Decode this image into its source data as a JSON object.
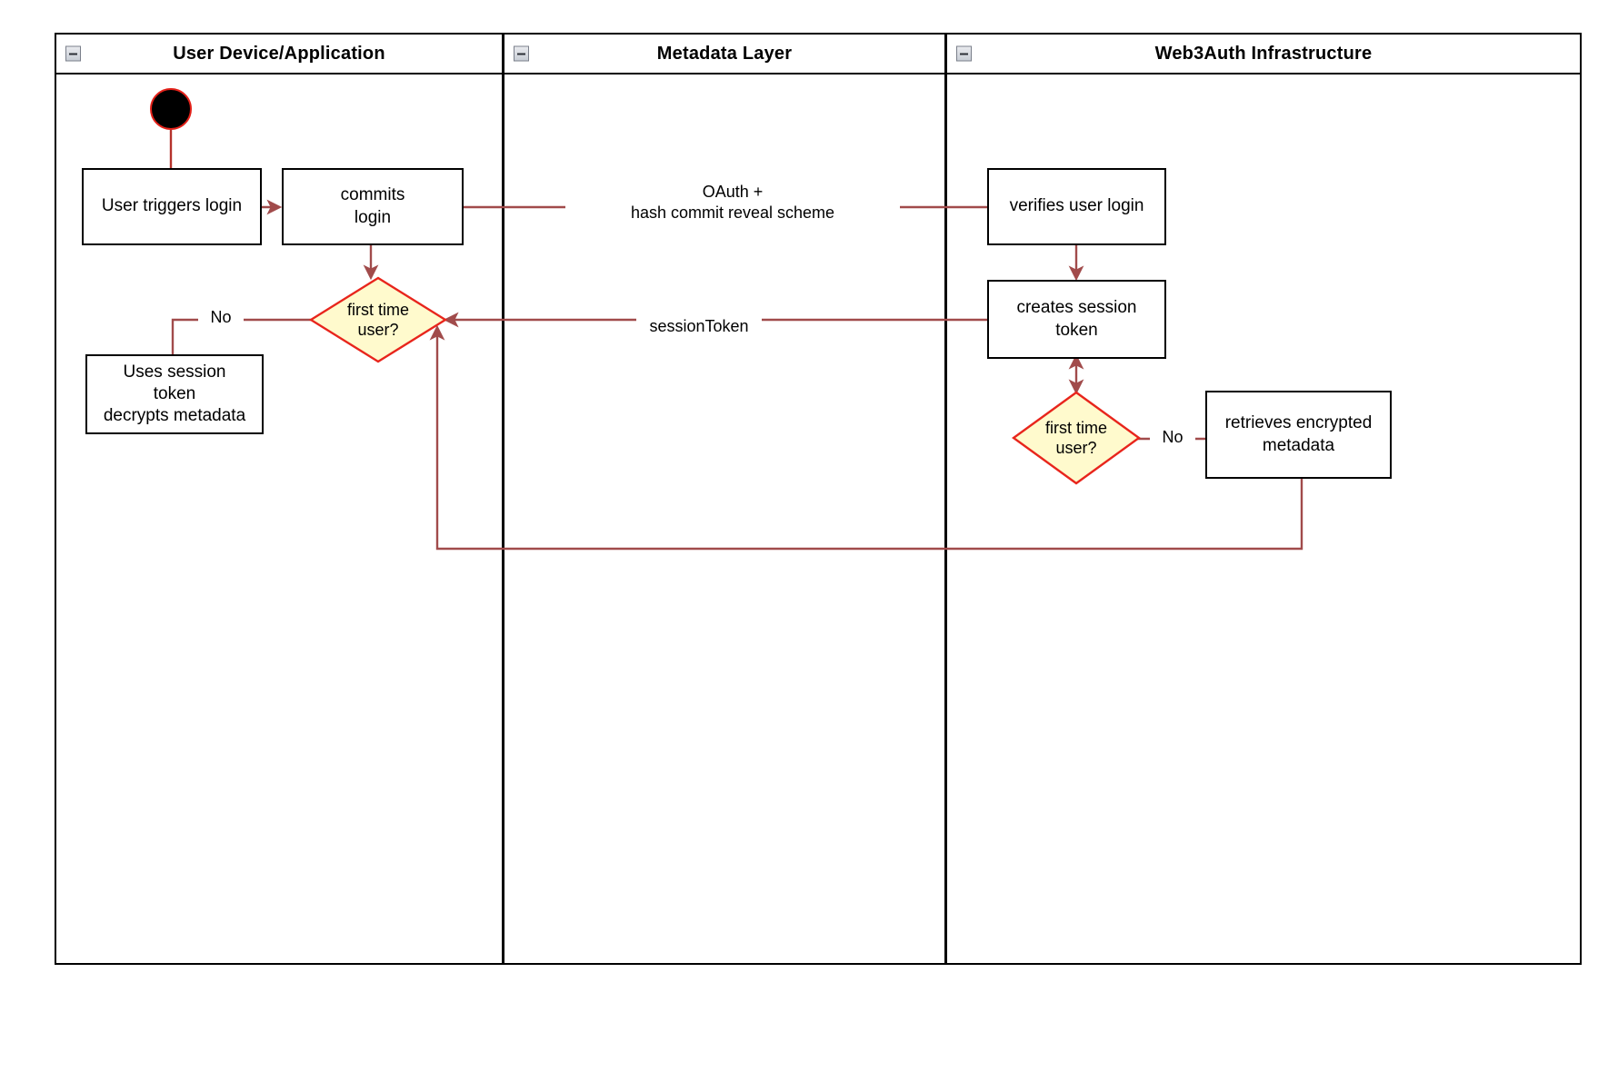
{
  "diagram": {
    "type": "swimlane-activity-diagram",
    "lanes": [
      {
        "id": "lane-user",
        "title": "User Device/Application",
        "collapse_icon": "collapse-minus-icon"
      },
      {
        "id": "lane-metadata",
        "title": "Metadata Layer",
        "collapse_icon": "collapse-minus-icon"
      },
      {
        "id": "lane-web3auth",
        "title": "Web3Auth Infrastructure",
        "collapse_icon": "collapse-minus-icon"
      }
    ],
    "nodes": {
      "start": {
        "label": "",
        "shape": "initial-node"
      },
      "user_triggers_login": {
        "label": "User triggers login",
        "shape": "activity"
      },
      "commits_login": {
        "label": "commits\nlogin",
        "shape": "activity"
      },
      "first_time_user_left": {
        "label": "first time\nuser?",
        "shape": "decision"
      },
      "uses_session_token": {
        "label": "Uses session\ntoken\ndecrypts metadata",
        "shape": "activity"
      },
      "verifies_user_login": {
        "label": "verifies user login",
        "shape": "activity"
      },
      "creates_session_token": {
        "label": "creates session\ntoken",
        "shape": "activity"
      },
      "first_time_user_right": {
        "label": "first time\nuser?",
        "shape": "decision"
      },
      "retrieves_encrypted_metadata": {
        "label": "retrieves encrypted\nmetadata",
        "shape": "activity"
      }
    },
    "edge_labels": {
      "oauth": "OAuth +\nhash commit reveal scheme",
      "session_token": "sessionToken",
      "no_left": "No",
      "no_right": "No"
    },
    "colors": {
      "connector": "#A14B4B",
      "decision_fill": "#FFFACD",
      "decision_stroke": "#E8251C",
      "node_stroke": "#000000",
      "start_fill": "#000000",
      "start_stroke": "#E8251C",
      "lane_border": "#000000",
      "background": "#FFFFFF"
    }
  }
}
